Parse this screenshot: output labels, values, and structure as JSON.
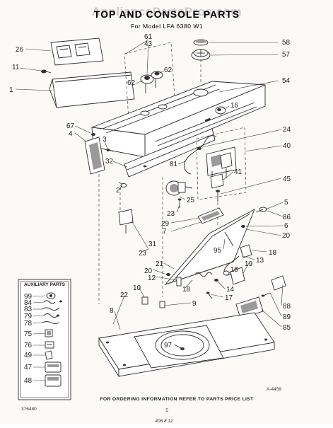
{
  "watermark": "AppliancePartsPros.com",
  "title": "TOP AND CONSOLE PARTS",
  "subtitle": "For Model LFA 6380 W1",
  "callouts": {
    "c26": "26",
    "c11": "11",
    "c1": "1",
    "c61": "61",
    "c43": "43",
    "c62a": "62",
    "c62b": "62",
    "c58": "58",
    "c57": "57",
    "c54": "54",
    "c16": "16",
    "c67": "67",
    "c4": "4",
    "c3": "3",
    "c24": "24",
    "c40": "40",
    "c32": "32",
    "c81": "81",
    "c41": "41",
    "c2": "2",
    "c45": "45",
    "c25": "25",
    "c5": "5",
    "c23a": "23",
    "c29": "29",
    "c86": "86",
    "c6": "6",
    "c7": "7",
    "c20a": "20",
    "c31": "31",
    "c23b": "23",
    "c95": "95",
    "c21": "21",
    "c20b": "20",
    "c12": "12",
    "c18a": "18",
    "c18b": "18",
    "c13": "13",
    "c15": "15",
    "c19": "19",
    "c14": "14",
    "c17": "17",
    "c10": "10",
    "c22": "22",
    "c9": "9",
    "c88": "88",
    "c89": "89",
    "c85": "85",
    "c97": "97",
    "c8": "8"
  },
  "auxiliary": {
    "heading": "AUXILIARY PARTS",
    "items": [
      "99",
      "84",
      "83",
      "79",
      "78",
      "75",
      "76",
      "49",
      "47",
      "48"
    ]
  },
  "figure_code": "A-4459",
  "footer": "FOR ORDERING INFORMATION REFER TO PARTS PRICE LIST",
  "doc_number": "376480",
  "page_mark": "5",
  "handwritten": "406 8 12"
}
